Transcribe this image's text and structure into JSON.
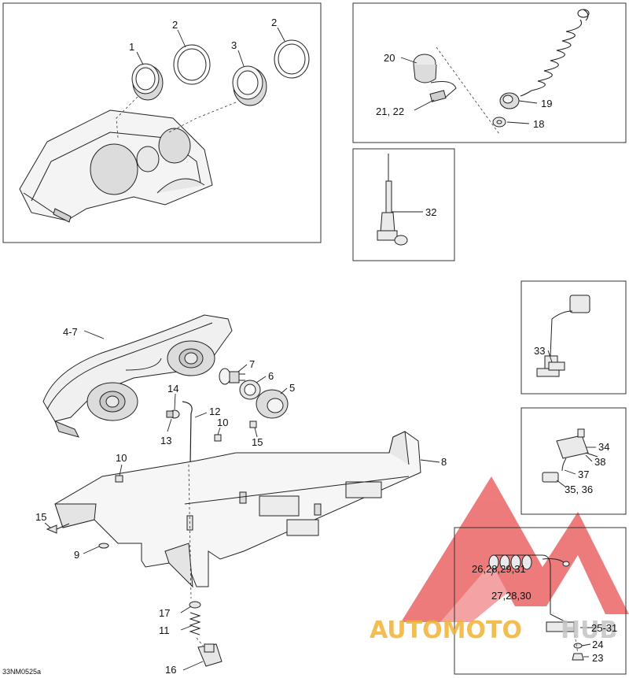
{
  "figure_code": "33NM0525a",
  "watermark": {
    "text_a": "AUTOMOTO",
    "text_b": "HUB",
    "color_a": "#f2b233",
    "color_b": "#c4c4c4",
    "logo_color": "#e85050"
  },
  "callouts": {
    "c1": "1",
    "c2a": "2",
    "c2b": "2",
    "c3": "3",
    "c20": "20",
    "c21_22": "21, 22",
    "c19": "19",
    "c18": "18",
    "c32": "32",
    "c4_7": "4-7",
    "c7": "7",
    "c6": "6",
    "c5": "5",
    "c14": "14",
    "c12": "12",
    "c13": "13",
    "c10a": "10",
    "c15a": "15",
    "c10b": "10",
    "c8": "8",
    "c15b": "15",
    "c9": "9",
    "c17": "17",
    "c11": "11",
    "c16": "16",
    "c33": "33",
    "c34": "34",
    "c38": "38",
    "c37": "37",
    "c35_36": "35, 36",
    "c26_31": "26,28,29,31",
    "c27_30": "27,28,30",
    "c25_31": "25-31",
    "c24": "24",
    "c23": "23"
  }
}
